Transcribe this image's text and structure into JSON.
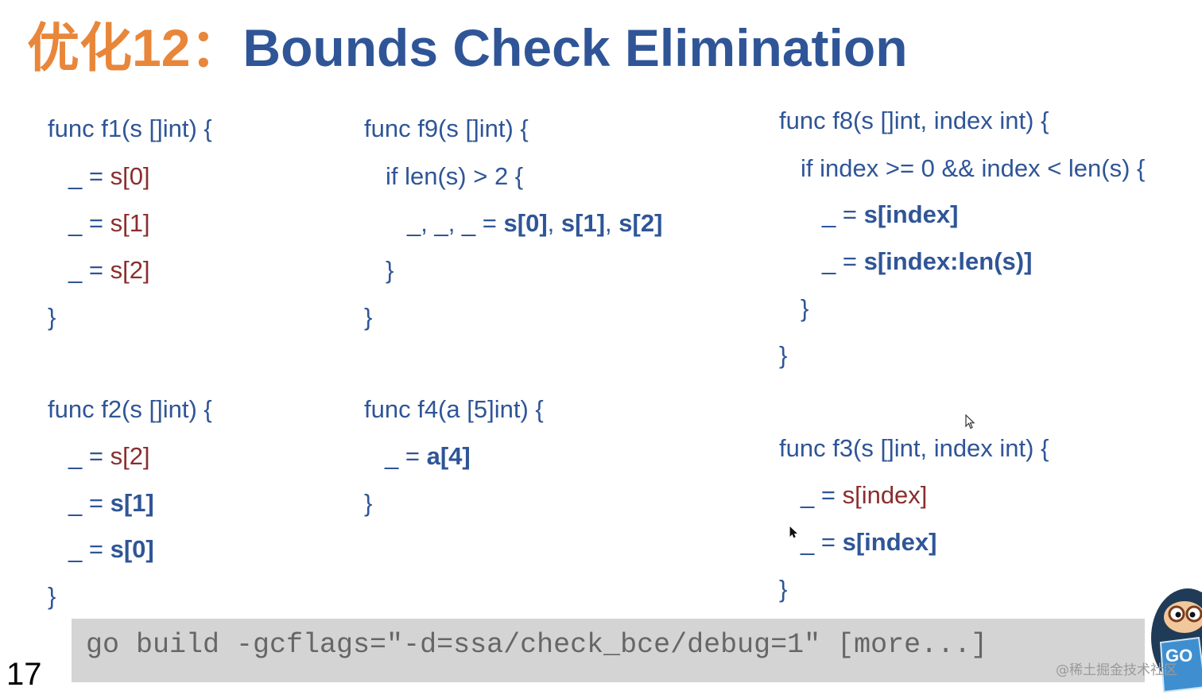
{
  "slide": {
    "title_prefix": "优化12：",
    "title_main": "Bounds Check Elimination",
    "page_number": "17",
    "command": "go build -gcflags=\"-d=ssa/check_bce/debug=1\" [more...]",
    "watermark": "@稀土掘金技术社区",
    "logo_text": "GO"
  },
  "blocks": {
    "f1": {
      "header": "func f1(s []int) {",
      "lines": [
        {
          "lhs": "_ = ",
          "rhs": "s[0]"
        },
        {
          "lhs": "_ = ",
          "rhs": "s[1]"
        },
        {
          "lhs": "_ = ",
          "rhs": "s[2]"
        }
      ],
      "close": "}"
    },
    "f9": {
      "header": "func f9(s []int) {",
      "if_line": "if len(s) > 2 {",
      "assign_lhs": "_, _, _ = ",
      "rhs_a": "s[0]",
      "sep1": ", ",
      "rhs_b": "s[1]",
      "sep2": ", ",
      "rhs_c": "s[2]",
      "close_inner": "}",
      "close": "}"
    },
    "f8": {
      "header": "func f8(s []int, index int) {",
      "if_line": "if index >= 0 && index < len(s) {",
      "lines": [
        {
          "lhs": "_ = ",
          "rhs": "s[index]"
        },
        {
          "lhs": "_ = ",
          "rhs": "s[index:len(s)]"
        }
      ],
      "close_inner": "}",
      "close": "}"
    },
    "f2": {
      "header": "func f2(s []int) {",
      "lines": [
        {
          "lhs": "_ = ",
          "rhs": "s[2]"
        },
        {
          "lhs": "_ = ",
          "rhs": "s[1]"
        },
        {
          "lhs": "_ = ",
          "rhs": "s[0]"
        }
      ],
      "close": "}"
    },
    "f4": {
      "header": "func f4(a [5]int) {",
      "lines": [
        {
          "lhs": "_ = ",
          "rhs": "a[4]"
        }
      ],
      "close": "}"
    },
    "f3": {
      "header": "func f3(s []int, index int) {",
      "lines": [
        {
          "lhs": "_ = ",
          "rhs": "s[index]"
        },
        {
          "lhs": "_ = ",
          "rhs": "s[index]"
        }
      ],
      "close": "}"
    }
  },
  "colors": {
    "title_prefix": "#e8863a",
    "code_blue": "#2f5597",
    "bounds_checked_red": "#8b2d2d",
    "command_bg": "#d4d4d4"
  }
}
